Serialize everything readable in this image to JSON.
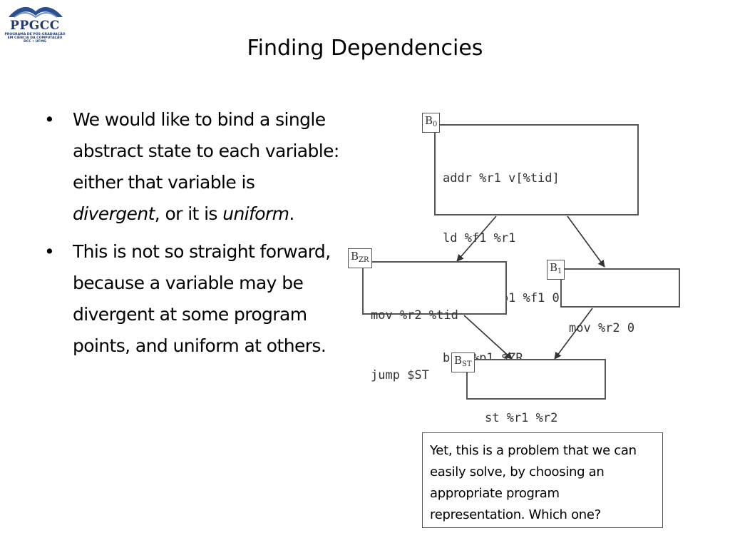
{
  "logo": {
    "name": "PPGCC",
    "sub_lines": [
      "PROGRAMA DE PÓS-GRADUAÇÃO",
      "EM CIÊNCIA DA COMPUTAÇÃO",
      "DCC • UFMG"
    ]
  },
  "title": "Finding Dependencies",
  "bullets": [
    {
      "parts": [
        {
          "text": "We would like to bind a single abstract state to each variable: either that variable is ",
          "italic": false
        },
        {
          "text": "divergent",
          "italic": true
        },
        {
          "text": ", or it is ",
          "italic": false
        },
        {
          "text": "uniform",
          "italic": true
        },
        {
          "text": ".",
          "italic": false
        }
      ]
    },
    {
      "parts": [
        {
          "text": "This is not so straight forward, because a variable may be divergent at some program points, and uniform at others.",
          "italic": false
        }
      ]
    }
  ],
  "cfg": {
    "b0": {
      "label_main": "B",
      "label_sub": "0",
      "code": [
        "addr %r1 v[%tid]",
        "ld %f1 %r1",
        "set.lt %p1 %f1 0.0",
        "bra %p1 $ZR"
      ]
    },
    "bzr": {
      "label_main": "B",
      "label_sub": "ZR",
      "code": [
        "mov %r2 %tid",
        "jump $ST"
      ]
    },
    "b1": {
      "label_main": "B",
      "label_sub": "1",
      "code": [
        "mov %r2 0"
      ]
    },
    "bst": {
      "label_main": "B",
      "label_sub": "ST",
      "code": [
        "st %r1 %r2"
      ]
    }
  },
  "callout": "Yet, this is a problem that we can easily solve, by choosing an appropriate program representation. Which one?"
}
